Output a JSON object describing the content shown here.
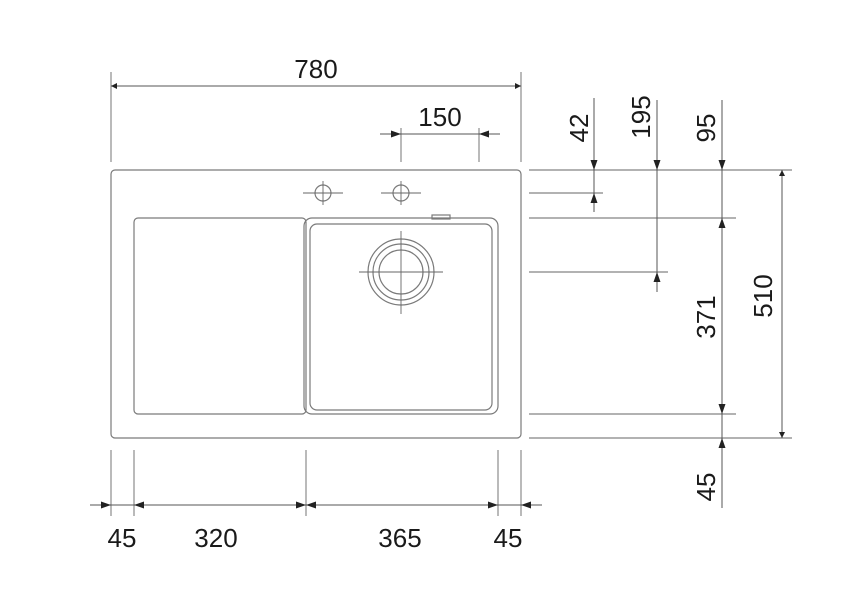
{
  "drawing": {
    "top": {
      "overall_width": "780",
      "tap_spacing": "150"
    },
    "right": {
      "tap_offset": "42",
      "waste_offset": "195",
      "bowl_offset": "95",
      "bowl_length": "371",
      "overall_depth": "510",
      "bottom_margin": "45"
    },
    "bottom": {
      "left_margin": "45",
      "drainer_width": "320",
      "bowl_width": "365",
      "right_margin": "45"
    }
  }
}
